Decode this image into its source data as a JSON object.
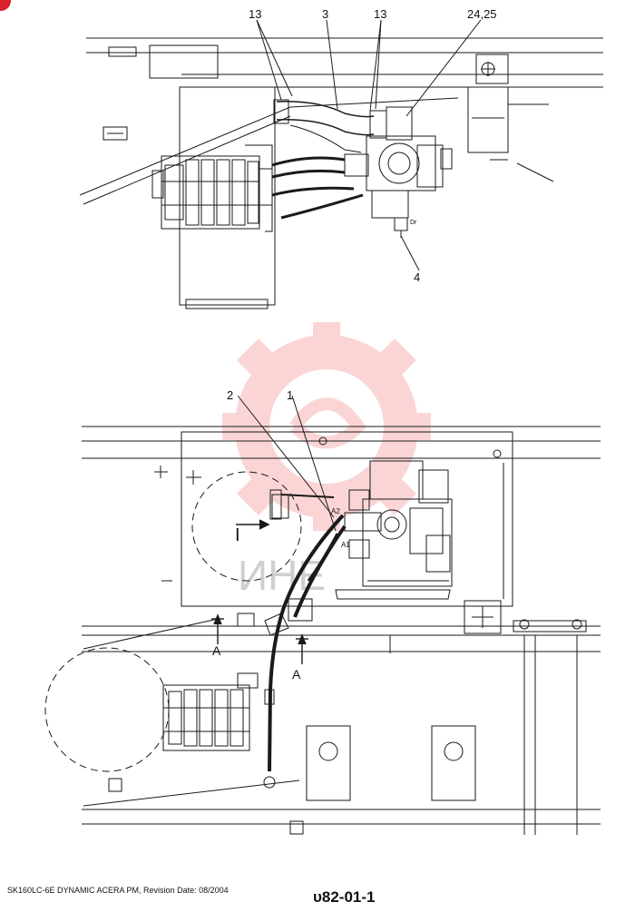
{
  "callouts": {
    "c13_left": "13",
    "c3": "3",
    "c13_right": "13",
    "c24_25": "24,25",
    "c4": "4",
    "c2": "2",
    "c1": "1",
    "dr": "Dr",
    "a2": "A2",
    "a1": "A1",
    "view_i": "I",
    "section_a_left": "A",
    "section_a_right": "A"
  },
  "footer": {
    "doc_info": "SK160LC-6E DYNAMIC ACERA PM, Revision Date: 08/2004",
    "page_code": "υ82-01-1"
  },
  "watermark": {
    "text": "ИНЕ",
    "color": "#f26b6b"
  },
  "colors": {
    "line": "#1a1a1a",
    "corner_mark": "#d8232a"
  }
}
